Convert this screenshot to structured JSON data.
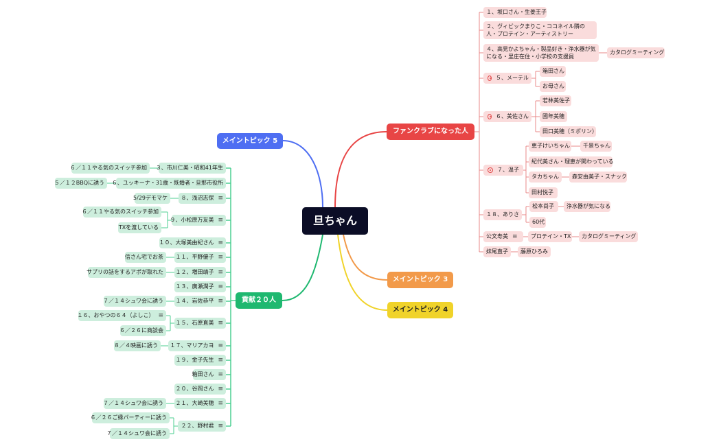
{
  "root": "旦ちゃん",
  "main_topics": {
    "fanclub": "ファンクラブになった人",
    "topic5": "メイントピック 5",
    "topic3": "メイントピック 3",
    "topic4": "メイントピック 4",
    "contrib": "貢献２０人"
  },
  "fan": {
    "n1": "１、坂口さん・生姜王子",
    "n2": "２、ヴィビックまりこ・ココネイル隣の人・プロテイン・アーティストリー",
    "n4": "４、高見かよちゃん・製品好き・浄水器が気になる・里庄在住・小学校の支援員",
    "n4a": "カタログミーティング",
    "n5": "５、メーテル",
    "n5a": "箱田さん",
    "n5b": "お母さん",
    "n6": "６、美佐さん",
    "n6a": "若林美佐子",
    "n6b": "國年美穂",
    "n6c": "田口美穂（ミポリン）",
    "n7": "７、温子",
    "n7a": "恵子けいちゃん",
    "n7a1": "千景ちゃん",
    "n7b": "紀代美さん・理恵が関わっている",
    "n7c": "タカちゃん",
    "n7c1": "森安由美子・スナック",
    "n7d": "田村悦子",
    "n18": "１８、ありさ",
    "n18a": "松本尚子",
    "n18a1": "浄水器が気になる",
    "n18b": "60代",
    "kb": "公文寿美",
    "kb1": "プロテイン・TX",
    "kb2": "カタログミーティング",
    "my": "妹尾直子",
    "my1": "藤原ひろみ"
  },
  "contrib": {
    "c3": "３、市川仁美・昭和41年生",
    "c3a": "６／１１やる気のスイッチ参加",
    "c6": "６、ユッキーナ・31歳・既婚者・旦那市役所",
    "c6a": "５／１２BBQに誘う",
    "c8": "８、浅沼志保",
    "c8a": "5/29デモマケ",
    "c9": "９、小松原万友美",
    "c9a": "６／１１やる気のスイッチ参加",
    "c9b": "TXを渡している",
    "c10": "１０、大塚美由紀さん",
    "c11": "１１、平野優子",
    "c11a": "信さん宅でお茶",
    "c12": "１２、増田靖子",
    "c12a": "サプリの話をするアポが取れた",
    "c13": "１３、廣瀬潤子",
    "c14": "１４、岩佐恭平",
    "c14a": "７／１４シュワ会に誘う",
    "c15": "１５、石原直美",
    "c15a": "１６、おやつの６４（よしこ）",
    "c15b": "６／２６に商談会",
    "c17": "１７、マリアカヨ",
    "c17a": "８／４映画に誘う",
    "c19": "１９、金子先生",
    "c19b": "箱田さん",
    "c20": "２０、谷岡さん",
    "c21": "２１、大崎美穂",
    "c21a": "７／１４シュワ会に誘う",
    "c22": "２２、野村君",
    "c22a": "６／２６ご縁パーティーに誘う",
    "c22b": "７／１４シュワ会に誘う"
  },
  "icons": {
    "note": "note-lines-icon",
    "reminder": "reminder-dot-icon"
  },
  "colors": {
    "root_bg": "#0b0d26",
    "fanclub": "#e84545",
    "topic5": "#4e6ef2",
    "topic3": "#f29a4a",
    "topic4": "#f0d32a",
    "contrib": "#1fb870",
    "fan_node_bg": "#fadcdc",
    "contrib_node_bg": "#cdeedd"
  }
}
